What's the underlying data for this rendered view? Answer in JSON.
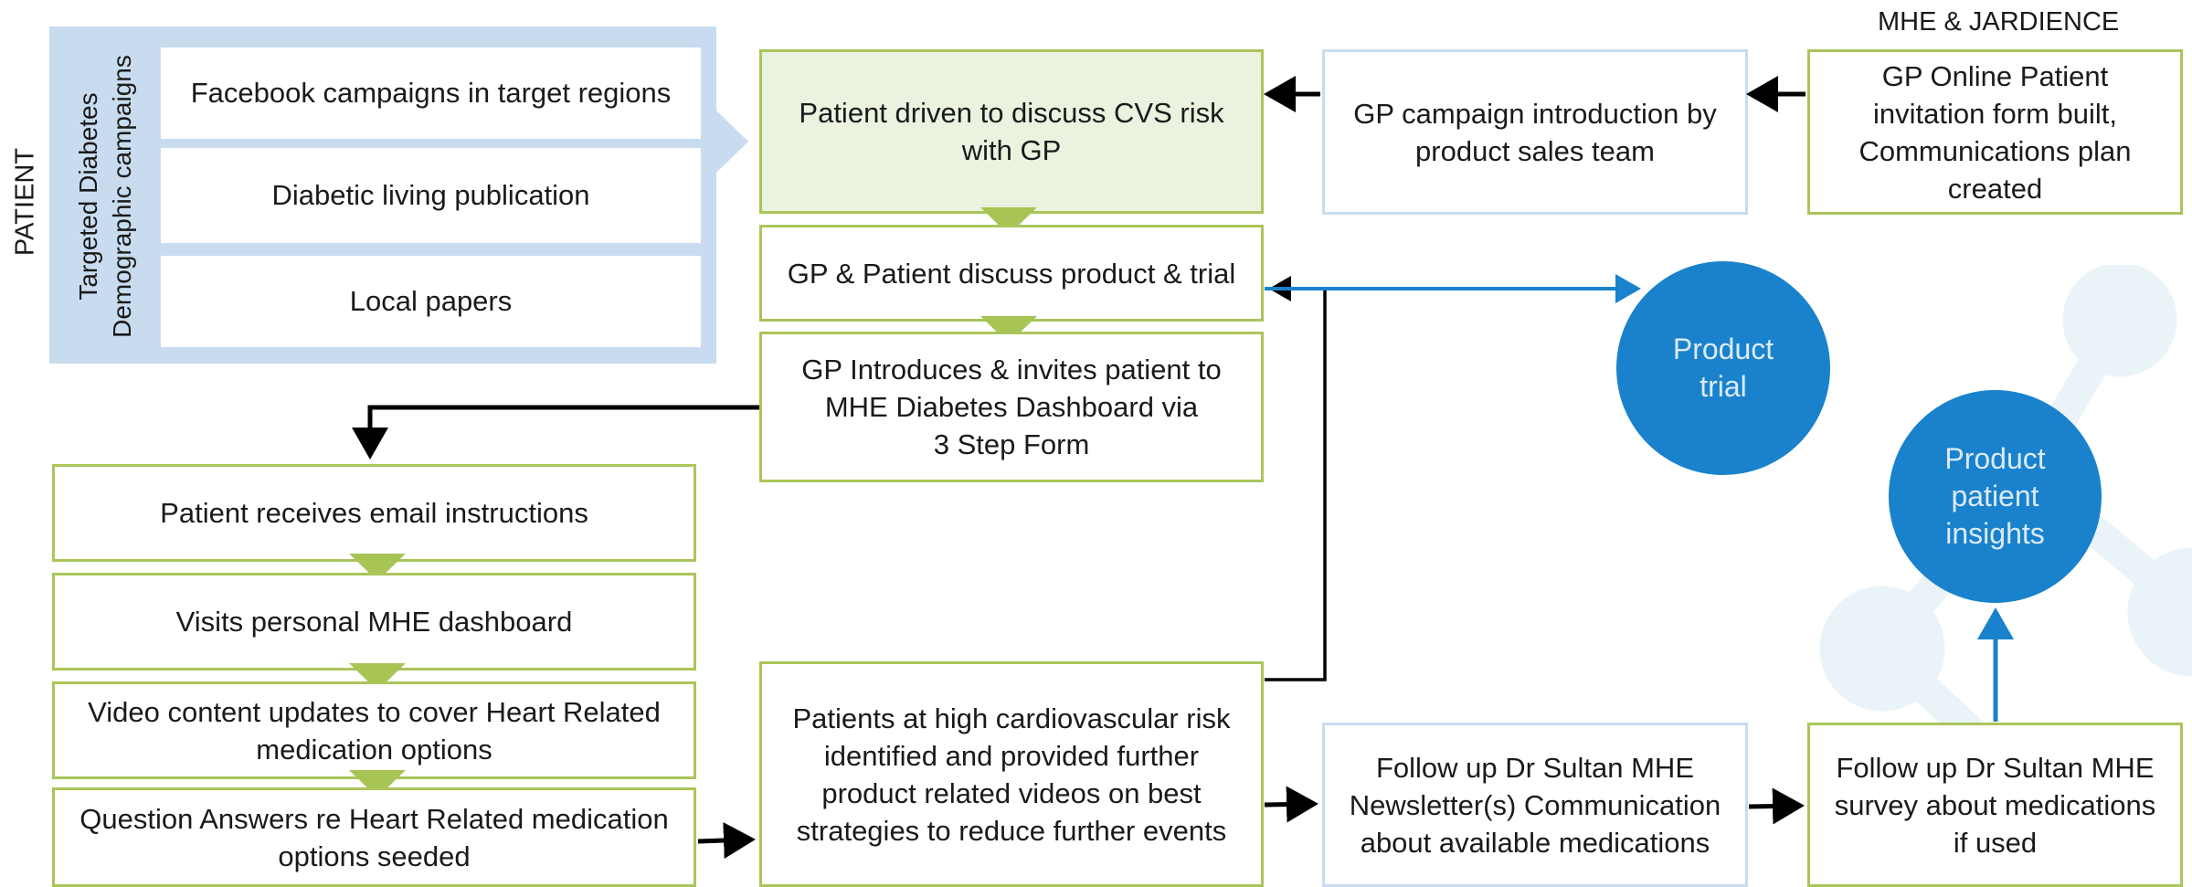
{
  "labels": {
    "patient": "PATIENT",
    "mhe_jardience": "MHE & JARDIENCE",
    "campaign_group": [
      "Targeted Diabetes",
      "Demographic campaigns"
    ]
  },
  "campaigns": [
    "Facebook campaigns in target regions",
    "Diabetic living publication",
    "Local papers"
  ],
  "center_flow": {
    "discuss_cvs": "Patient driven to discuss CVS risk with GP",
    "gp_patient_discuss": "GP & Patient discuss product & trial",
    "gp_introduces": [
      "GP Introduces & invites patient to",
      "MHE Diabetes Dashboard via",
      "3 Step Form"
    ],
    "high_risk": "Patients at high cardiovascular risk identified and provided further product related videos on best strategies to reduce further events"
  },
  "top_right": {
    "gp_campaign_intro": "GP campaign introduction by product sales team",
    "gp_online_form": "GP Online Patient invitation form built, Communications plan created"
  },
  "left_flow": [
    "Patient receives email instructions",
    "Visits personal MHE dashboard",
    "Video content updates to cover Heart Related medication options",
    "Question Answers re Heart Related medication options seeded"
  ],
  "bottom_right": {
    "newsletter": "Follow up Dr Sultan MHE Newsletter(s) Communication about available medications",
    "survey": "Follow up Dr Sultan MHE survey about medications if used"
  },
  "circles": {
    "product_trial": "Product trial",
    "product_insights": "Product patient insights"
  },
  "colors": {
    "green_border": "#aac55a",
    "blue_border": "#c9dcef",
    "campaign_fill": "#c9dcef",
    "highlight_fill": "#e9f3df",
    "circle_fill": "#1a82cc",
    "arrow_blue": "#1a82cc"
  }
}
